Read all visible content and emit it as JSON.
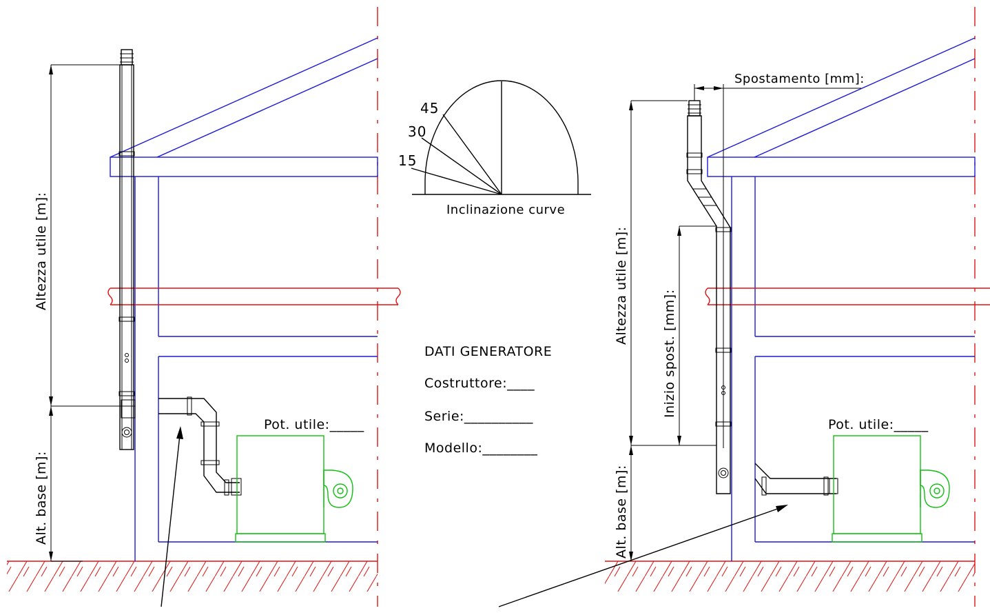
{
  "labels": {
    "altezza_utile": "Altezza utile [m]:",
    "alt_base": "Alt. base [m]:",
    "spostamento": "Spostamento [mm]:",
    "inizio_spost": "Inizio spost. [mm]:",
    "inclinazione": "Inclinazione curve",
    "pot_utile": "Pot. utile:_____",
    "dati_generatore": "DATI GENERATORE",
    "costruttore": "Costruttore:____",
    "serie": "Serie:__________",
    "modello": "Modello:________"
  },
  "angles": [
    "45",
    "30",
    "15"
  ],
  "colors": {
    "building": "#1a1ad6",
    "floor_and_axis": "#e01010",
    "generator": "#10c010",
    "flue": "#000000"
  }
}
